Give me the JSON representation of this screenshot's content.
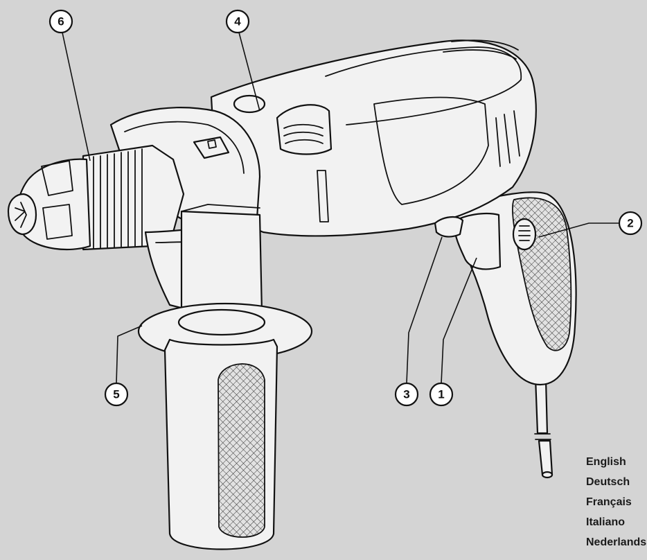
{
  "callouts": [
    {
      "id": "1",
      "label": "1",
      "part": "trigger-switch"
    },
    {
      "id": "2",
      "label": "2",
      "part": "lock-on-button"
    },
    {
      "id": "3",
      "label": "3",
      "part": "forward-reverse-slider"
    },
    {
      "id": "4",
      "label": "4",
      "part": "speed-control-dial"
    },
    {
      "id": "5",
      "label": "5",
      "part": "side-handle"
    },
    {
      "id": "6",
      "label": "6",
      "part": "chuck"
    }
  ],
  "languages": [
    "English",
    "Deutsch",
    "Français",
    "Italiano",
    "Nederlands"
  ],
  "colors": {
    "background": "#d4d4d4",
    "line": "#111111",
    "body": "#f2f2f2"
  }
}
